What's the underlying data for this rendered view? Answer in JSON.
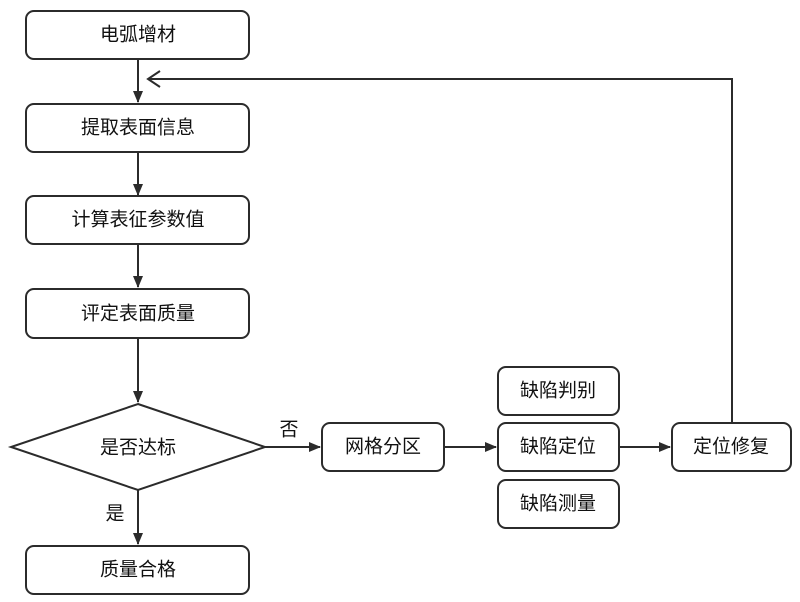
{
  "nodes": {
    "arc_am": "电弧增材",
    "extract": "提取表面信息",
    "compute": "计算表征参数值",
    "evaluate": "评定表面质量",
    "decision": "是否达标",
    "qualified": "质量合格",
    "grid": "网格分区",
    "defect_judge": "缺陷判别",
    "defect_locate": "缺陷定位",
    "defect_measure": "缺陷测量",
    "repair": "定位修复"
  },
  "edge_labels": {
    "no": "否",
    "yes": "是"
  }
}
